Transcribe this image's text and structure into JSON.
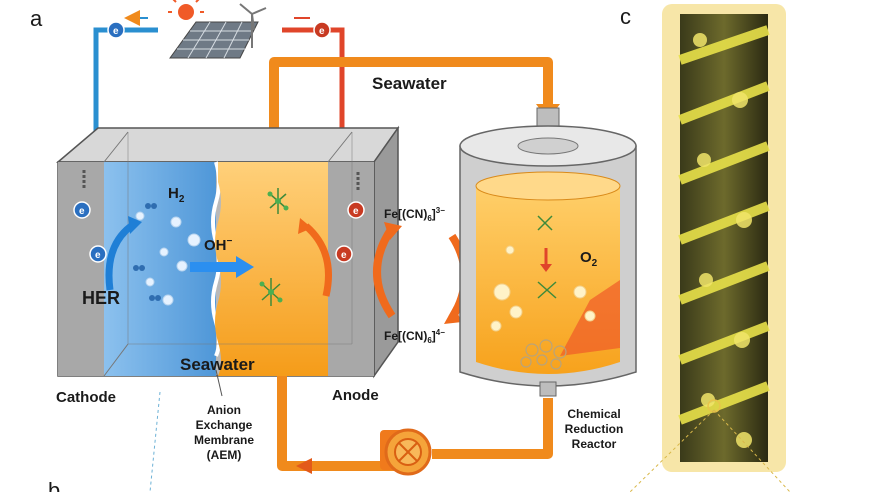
{
  "panels": {
    "a": "a",
    "b": "b",
    "c": "c"
  },
  "labels": {
    "seawater_top": "Seawater",
    "seawater_bottom": "Seawater",
    "h2": "H",
    "h2_sub": "2",
    "oh": "OH",
    "oh_sup": "−",
    "her": "HER",
    "cathode": "Cathode",
    "anode": "Anode",
    "aem_line1": "Anion",
    "aem_line2": "Exchange",
    "aem_line3": "Membrane",
    "aem_line4": "(AEM)",
    "fe3_main": "Fe[(CN)",
    "fe3_sub": "6",
    "fe3_close": "]",
    "fe3_sup": "3−",
    "fe4_main": "Fe[(CN)",
    "fe4_sub": "6",
    "fe4_close": "]",
    "fe4_sup": "4−",
    "o2": "O",
    "o2_sub": "2",
    "reactor_line1": "Chemical",
    "reactor_line2": "Reduction",
    "reactor_line3": "Reactor",
    "electron": "e",
    "electron_sup": "-"
  },
  "colors": {
    "cathode_blue": "#5aa2e0",
    "electrolyte_orange": "#f7a823",
    "flow_orange": "#f08a1c",
    "wire_blue": "#2a8fd0",
    "wire_red": "#e0452a",
    "frame_gray": "#8c8c8c"
  },
  "icons": [
    "solar-panel-icon",
    "wind-turbine-icon",
    "sun-icon",
    "pump-icon"
  ]
}
